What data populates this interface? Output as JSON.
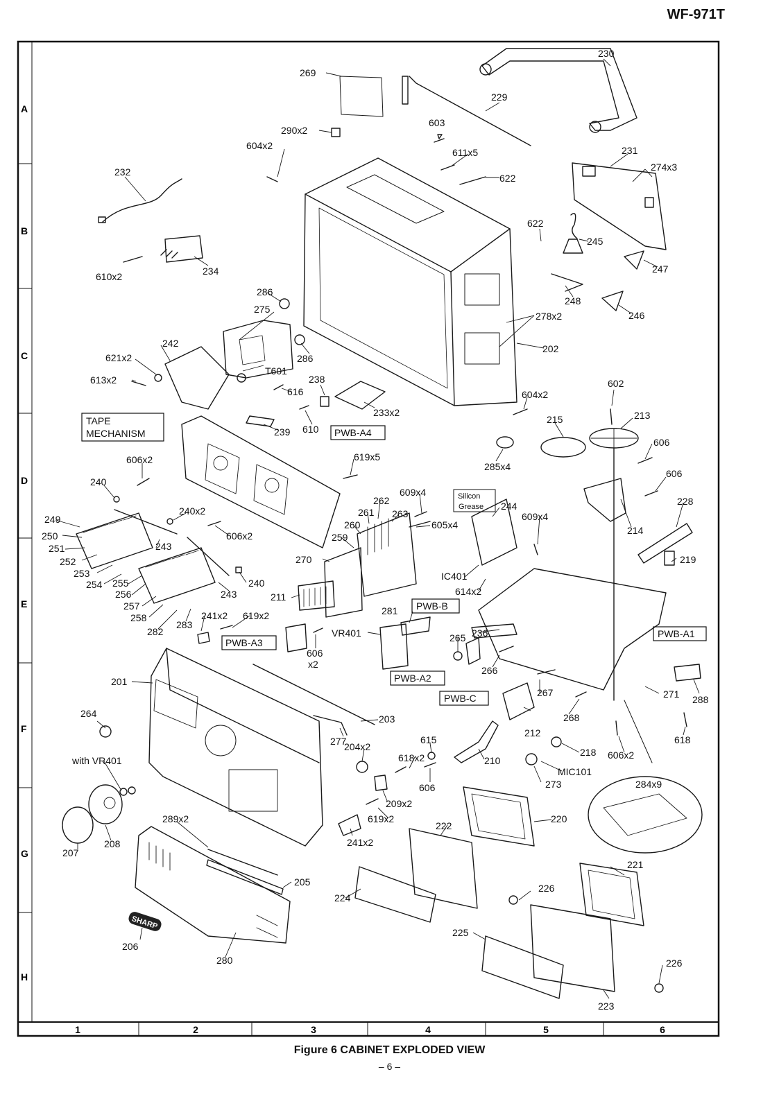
{
  "header": {
    "model": "WF-971T"
  },
  "caption": "Figure 6 CABINET EXPLODED VIEW",
  "page_number": "– 6 –",
  "grid": {
    "rows": [
      "A",
      "B",
      "C",
      "D",
      "E",
      "F",
      "G",
      "H"
    ],
    "columns": [
      "1",
      "2",
      "3",
      "4",
      "5",
      "6"
    ]
  },
  "labels": {
    "l269": "269",
    "l230": "230",
    "l229": "229",
    "l290": "290x2",
    "l603": "603",
    "l604a": "604x2",
    "l611": "611x5",
    "l622a": "622",
    "l231": "231",
    "l274": "274x3",
    "l232": "232",
    "l622b": "622",
    "l245": "245",
    "l610a": "610x2",
    "l234": "234",
    "l247": "247",
    "l286a": "286",
    "l248": "248",
    "l275": "275",
    "l246": "246",
    "l278": "278x2",
    "l242": "242",
    "l621": "621x2",
    "l286b": "286",
    "l202": "202",
    "l613": "613x2",
    "lT601": "T601",
    "l238": "238",
    "l616": "616",
    "l233": "233x2",
    "l602": "602",
    "l604b": "604x2",
    "l215": "215",
    "l213": "213",
    "l239": "239",
    "l610b": "610",
    "l606a": "606",
    "l285": "285x4",
    "l619a": "619x5",
    "l606b": "606x2",
    "l606c": "606",
    "l240a": "240",
    "l609a": "609x4",
    "l262": "262",
    "l261": "261",
    "l263": "263",
    "l244": "244",
    "l228": "228",
    "l240b": "240x2",
    "l609b": "609x4",
    "l260": "260",
    "l249": "249",
    "l606d": "606x2",
    "l605": "605x4",
    "l214": "214",
    "l250": "250",
    "l251": "251",
    "l243a": "243",
    "l259": "259",
    "l219": "219",
    "l252": "252",
    "l270": "270",
    "l253": "253",
    "l254": "254",
    "l255": "255",
    "l240c": "240",
    "lIC401": "IC401",
    "l256": "256",
    "l243b": "243",
    "l614": "614x2",
    "l211": "211",
    "l257": "257",
    "l258": "258",
    "l281": "281",
    "l241a": "241x2",
    "l619b": "619x2",
    "l282": "282",
    "l283": "283",
    "lVR401": "VR401",
    "l236": "236",
    "l265": "265",
    "l606e": "606",
    "lx2": "x2",
    "l266": "266",
    "l201": "201",
    "l267": "267",
    "l271": "271",
    "l288": "288",
    "l264": "264",
    "l203": "203",
    "l268": "268",
    "l212": "212",
    "l618a": "618",
    "l277": "277",
    "l204": "204x2",
    "l615": "615",
    "l218": "218",
    "l606f": "606x2",
    "lwithVR": "with VR401",
    "l618b": "618x2",
    "l210": "210",
    "lMIC": "MIC101",
    "l606g": "606",
    "l273": "273",
    "l284": "284x9",
    "l209": "209x2",
    "l289": "289x2",
    "l619c": "619x2",
    "l220": "220",
    "l222": "222",
    "l207": "207",
    "l208": "208",
    "l241b": "241x2",
    "l221": "221",
    "l205": "205",
    "l224": "224",
    "l226a": "226",
    "l206": "206",
    "l225": "225",
    "l280": "280",
    "l226b": "226",
    "l223": "223"
  },
  "boxes": {
    "tape": [
      "TAPE",
      "MECHANISM"
    ],
    "pwb_a4": "PWB-A4",
    "silicon": [
      "Silicon",
      "Grease"
    ],
    "pwb_b": "PWB-B",
    "pwb_a1": "PWB-A1",
    "pwb_a3": "PWB-A3",
    "pwb_a2": "PWB-A2",
    "pwb_c": "PWB-C"
  },
  "logo": {
    "text": "SHARP"
  },
  "style": {
    "line_color": "#1a1a1a",
    "paper": "#ffffff"
  }
}
